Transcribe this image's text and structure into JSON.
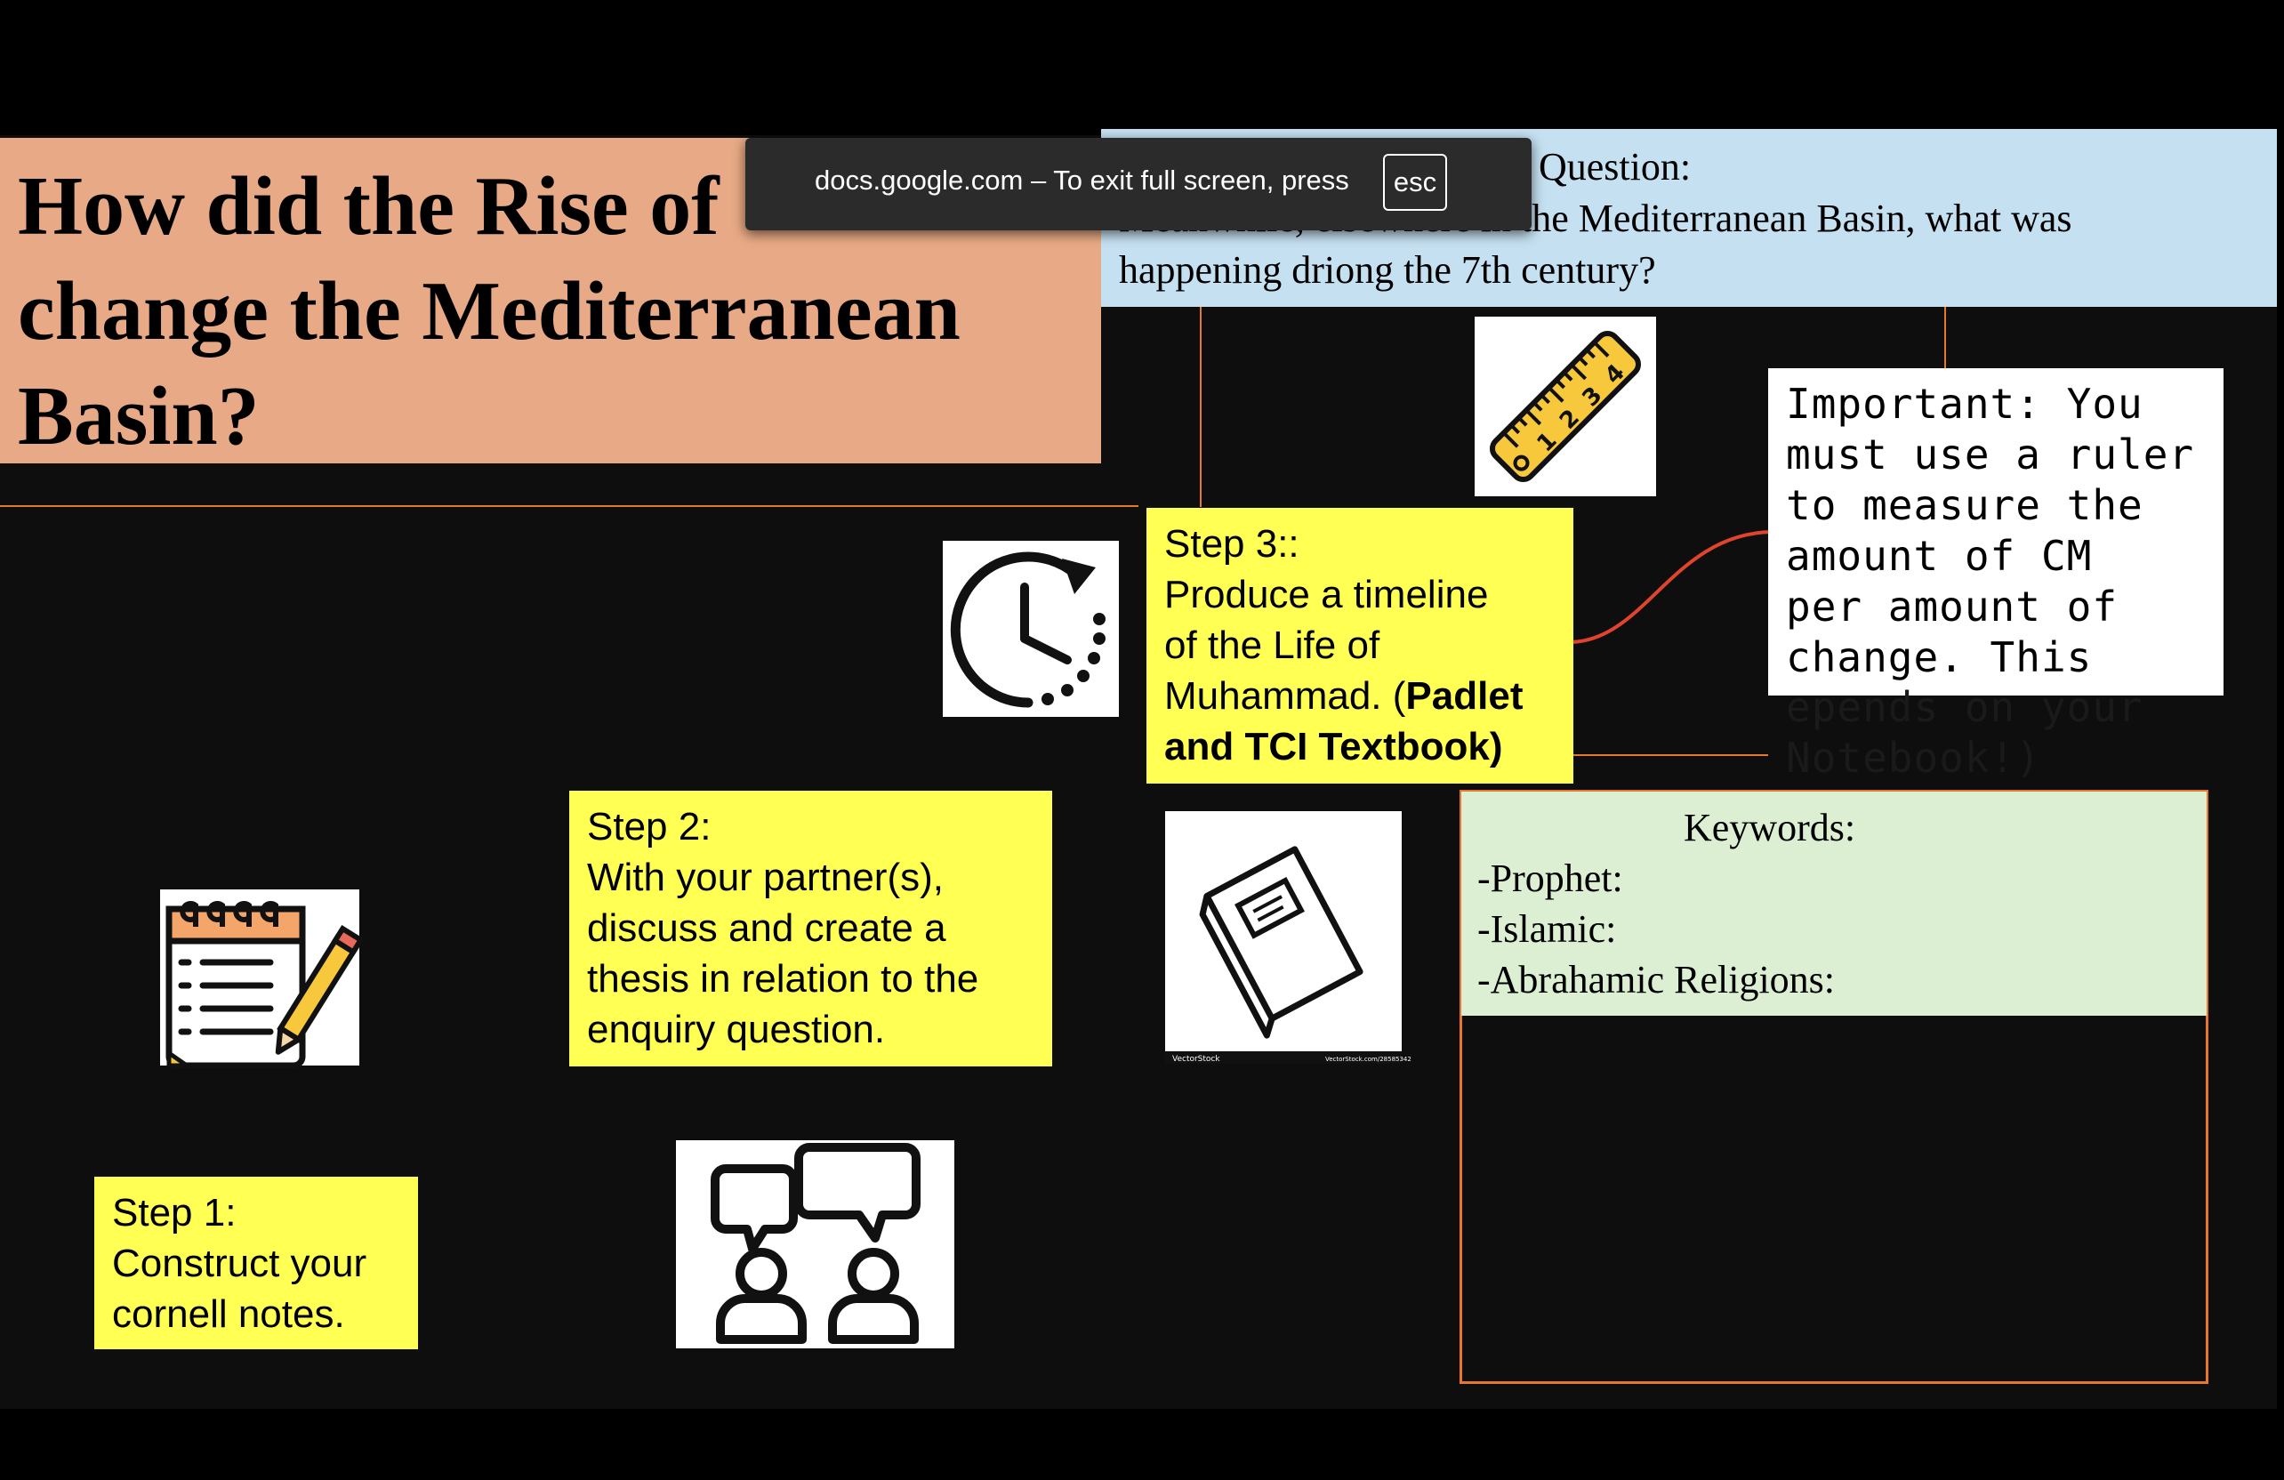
{
  "title": {
    "lines": [
      "How did the Rise of",
      "change the Mediterranean",
      "Basin?"
    ]
  },
  "question": {
    "heading_fragment": "Question:",
    "obscured_fragment": "Meanwhile, elsewhere",
    "line1_rest": "in the Mediterranean Basin, what was",
    "line2": "happening driong the 7th century?"
  },
  "toast": {
    "message": "docs.google.com – To exit full screen, press",
    "key": "esc"
  },
  "step1": {
    "heading": "Step 1:",
    "lines": [
      "Construct your",
      "cornell notes."
    ]
  },
  "step2": {
    "heading": "Step 2:",
    "lines": [
      "With your partner(s),",
      "discuss and create a",
      "thesis in relation to the",
      "enquiry question."
    ]
  },
  "step3": {
    "heading": "Step 3::",
    "lines": [
      "Produce a timeline",
      "of the Life of"
    ],
    "line3_plain": "Muhammad. (",
    "line3_bold": "Padlet",
    "line4_bold": "and TCI Textbook)"
  },
  "important": {
    "lines": [
      "Important: You",
      "must use a ruler",
      "to measure the",
      "amount of CM",
      "per amount of",
      "change. This"
    ],
    "overflow_lines": [
      "epends on your",
      "Notebook!)"
    ]
  },
  "keywords": {
    "heading": "Keywords:",
    "items": [
      "-Prophet:",
      "-Islamic:",
      "-Abrahamic Religions:"
    ]
  },
  "icons": {
    "ruler_digits": [
      "1",
      "2",
      "3",
      "4"
    ]
  },
  "notebook_footer": {
    "left": "VectorStock",
    "right": "VectorStock.com/28585342"
  },
  "colors": {
    "sticky": "#ffff54",
    "title_bg": "#e8aa86",
    "question_bg": "#c5e0f1",
    "keywords_bg": "#dcefd3",
    "connector": "#e8772e",
    "curve": "#e0442c"
  }
}
